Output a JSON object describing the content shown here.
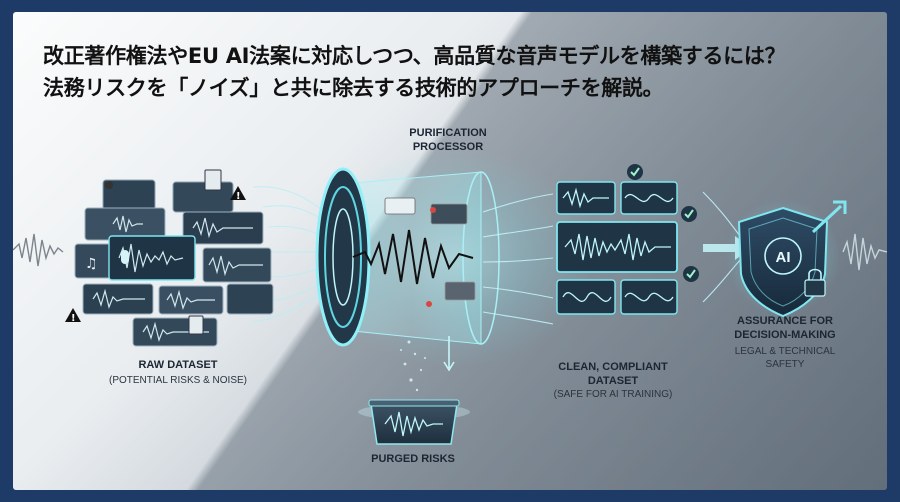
{
  "headline": {
    "line1": "改正著作権法やEU AI法案に対応しつつ、高品質な音声モデルを構築するには？",
    "line2": "法務リスクを「ノイズ」と共に除去する技術的アプローチを解説。"
  },
  "processor": {
    "title_line1": "PURIFICATION",
    "title_line2": "PROCESSOR"
  },
  "raw_dataset": {
    "title": "RAW DATASET",
    "subtitle": "(POTENTIAL RISKS & NOISE)"
  },
  "clean_dataset": {
    "title_line1": "CLEAN, COMPLIANT",
    "title_line2": "DATASET",
    "subtitle": "(SAFE FOR AI TRAINING)"
  },
  "purged": {
    "title": "PURGED RISKS"
  },
  "assurance": {
    "title_line1": "ASSURANCE FOR",
    "title_line2": "DECISION-MAKING",
    "subtitle_line1": "LEGAL & TECHNICAL",
    "subtitle_line2": "SAFETY",
    "badge_text": "AI"
  },
  "colors": {
    "glow": "#7fe6ef",
    "card_dark": "#1f3546",
    "navy_border": "#1e3a66"
  }
}
